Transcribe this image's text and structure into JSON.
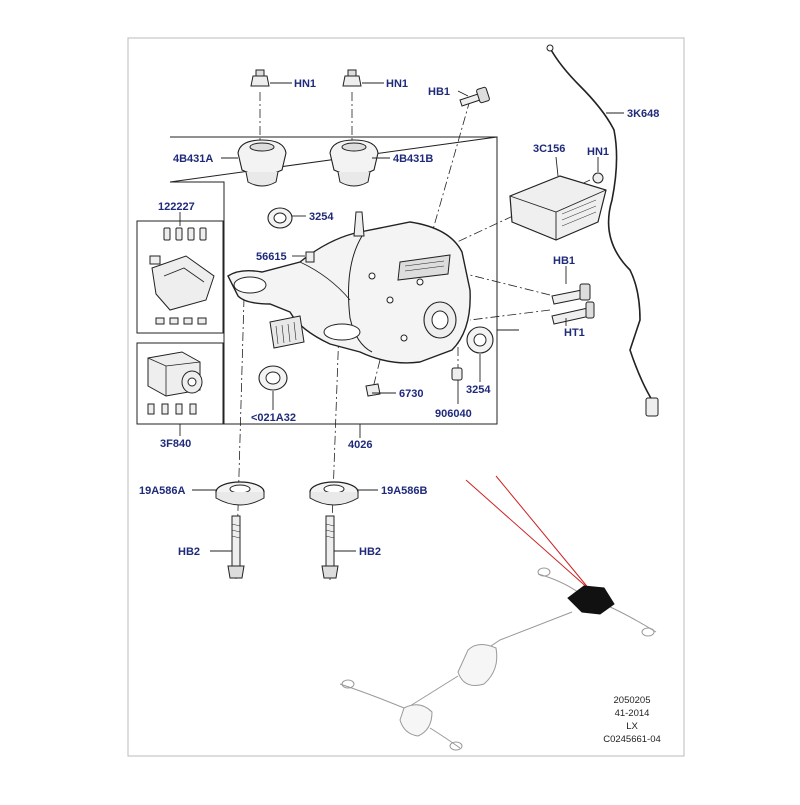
{
  "colors": {
    "panel_bg": "#ffffff",
    "line": "#222222",
    "callout": "#1f2a7a",
    "pointer": "#cc2222",
    "part_fill": "#f3f3f3"
  },
  "callouts": {
    "hn1_a": "HN1",
    "hn1_b": "HN1",
    "hb1_top": "HB1",
    "k648": "3K648",
    "b431a": "4B431A",
    "b431b": "4B431B",
    "c156": "3C156",
    "hn1_c": "HN1",
    "p122227": "122227",
    "p3254_top": "3254",
    "p56615": "56615",
    "hb1_right": "HB1",
    "ht1": "HT1",
    "p6730": "6730",
    "p3254_bottom": "3254",
    "a021a32": "<021A32",
    "p906040": "906040",
    "f840": "3F840",
    "p4026": "4026",
    "a586a": "19A586A",
    "a586b": "19A586B",
    "hb2_left": "HB2",
    "hb2_right": "HB2"
  },
  "meta": {
    "line1": "2050205",
    "line2": "41-2014",
    "line3": "LX",
    "line4": "C0245661-04"
  }
}
